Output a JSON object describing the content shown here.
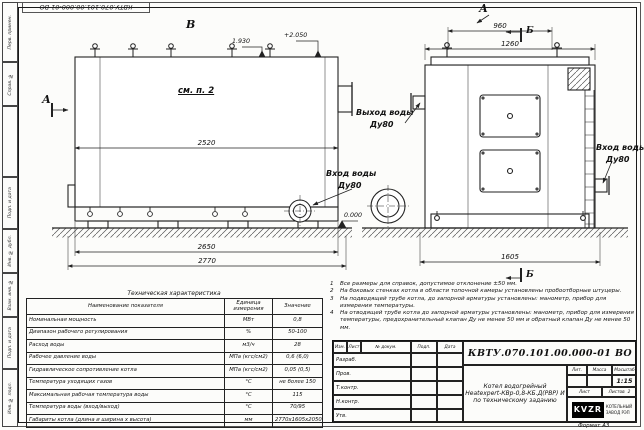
{
  "sheet": {
    "corner_doc_number": "КВТУ.070.101.00.000-01 ВО",
    "format_label": "Формат А3",
    "side_boxes": [
      "Перв. примен.",
      "Справ. №",
      "Подп. и дата",
      "Инв. № дубл.",
      "Взам. инв. №",
      "Подп. и дата",
      "Инв. № подл."
    ]
  },
  "views": {
    "left_view_letter": "В",
    "left_arrow_letter": "А",
    "right_view_letter": "А",
    "section_letter_top": "Б",
    "section_letter_bottom": "Б",
    "see_note_ref": "см. п. 2"
  },
  "labels": {
    "water_outlet_line1": "Выход воды",
    "water_outlet_line2": "Ду80",
    "water_inlet_center_line1": "Вход воды",
    "water_inlet_center_line2": "Ду80",
    "water_inlet_right_line1": "Вход воды",
    "water_inlet_right_line2": "Ду80"
  },
  "dimensions": {
    "body_length": "2520",
    "frame_length": "2650",
    "overall_length": "2770",
    "top_width": "960",
    "mid_width": "1260",
    "overall_width": "1605",
    "elev_top": "+2.050",
    "elev_mid": "1.930",
    "elev_zero": "0.000"
  },
  "tech_table": {
    "title": "Техническая характеристика",
    "col_name": "Наименование показателя",
    "col_unit": "Единица измерения",
    "col_value": "Значение",
    "rows": [
      {
        "name": "Номинальная мощность",
        "unit": "МВт",
        "value": "0,8"
      },
      {
        "name": "Диапазон рабочего регулирования",
        "unit": "%",
        "value": "50-100"
      },
      {
        "name": "Расход воды",
        "unit": "м3/ч",
        "value": "28"
      },
      {
        "name": "Рабочее давление воды",
        "unit": "МПа (кгс/см2)",
        "value": "0,6 (6,0)"
      },
      {
        "name": "Гидравлическое сопротивление котла",
        "unit": "МПа (кгс/см2)",
        "value": "0,05 (0,5)"
      },
      {
        "name": "Температура уходящих газов",
        "unit": "°С",
        "value": "не более 150"
      },
      {
        "name": "Максимальная рабочая температура воды",
        "unit": "°С",
        "value": "115"
      },
      {
        "name": "Температура воды (вход/выход)",
        "unit": "°С",
        "value": "70/95"
      },
      {
        "name": "Габариты котла (длина и ширина х высота)",
        "unit": "мм",
        "value": "2770х1605х2050"
      }
    ]
  },
  "notes": {
    "items": [
      {
        "num": "1",
        "text": "Все размеры для справок, допустимое отклонение ±50 мм."
      },
      {
        "num": "2",
        "text": "На боковых стенках котла в области топочной камеры установлены пробоотборные штуцеры."
      },
      {
        "num": "3",
        "text": "На подводящей трубе котла, до запорной арматуры установлены: манометр, прибор для измерения температуры."
      },
      {
        "num": "4",
        "text": "На отводящей трубе котла до запорной арматуры установлены: манометр, прибор для измерения температуры, предохранительный клапан Ду не менее 50 мм и обратный клапан Ду не менее 50 мм."
      }
    ]
  },
  "title_block": {
    "doc_number": "КВТУ.070.101.00.000-01 ВО",
    "product_line1": "Котел водогрейный",
    "product_line2": "Heatexpert-КВр-0,8-КБ.Д(РВР) И",
    "product_line3": "по техническому заданию",
    "header_izm": "Изм.",
    "header_list": "Лист",
    "header_doc": "№ докум.",
    "header_sign": "Подп.",
    "header_date": "Дата",
    "rows": [
      {
        "role": "Разраб."
      },
      {
        "role": "Пров."
      },
      {
        "role": "Т.контр."
      },
      {
        "role": "Н.контр."
      },
      {
        "role": "Утв."
      }
    ],
    "lit_label": "Лит.",
    "mass_label": "Масса",
    "scale_label": "Масштаб",
    "scale_value": "1:15",
    "sheet_label": "Лист",
    "sheets_label": "Листов",
    "sheets_value": "2",
    "logo_text": "KVZR",
    "logo_sub1": "КОТЕЛЬНЫЙ",
    "logo_sub2": "ЗАВОД РЭП"
  }
}
